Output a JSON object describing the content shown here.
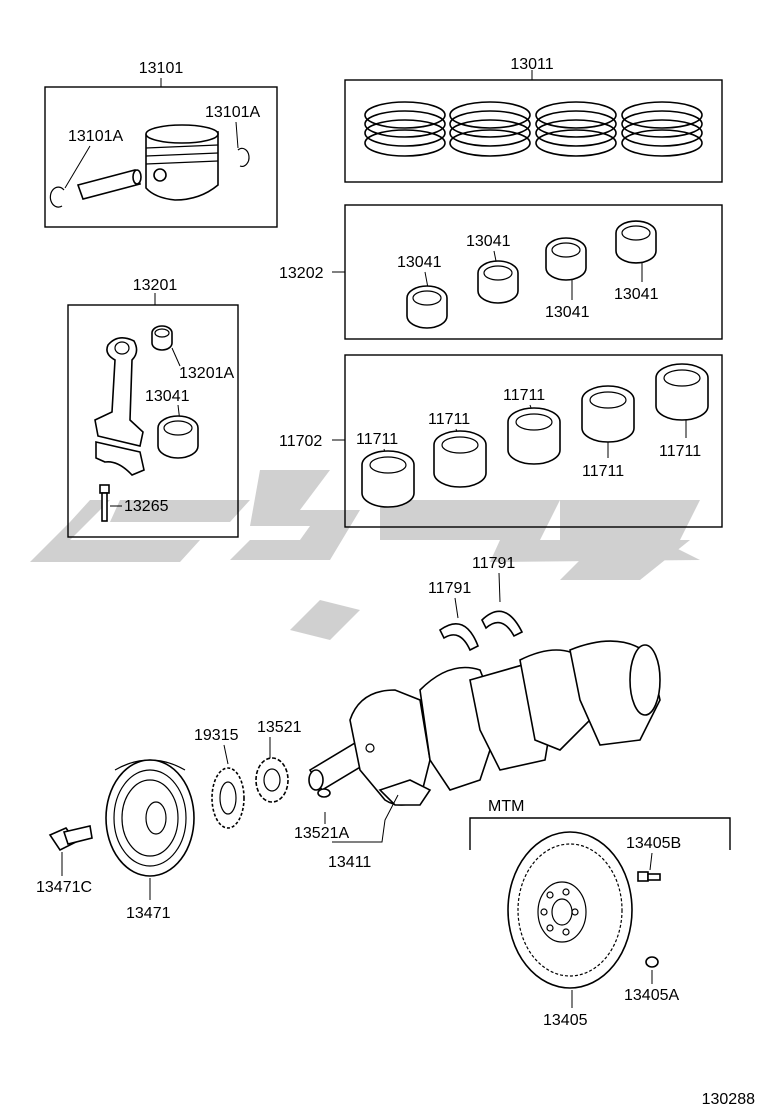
{
  "drawing_id": "130288",
  "variant_label": "MTM",
  "watermark": {
    "color": "#c8c8c8"
  },
  "callouts": {
    "c13101": "13101",
    "c13101a_left": "13101A",
    "c13101a_right": "13101A",
    "c13011": "13011",
    "c13202": "13202",
    "c13041_a": "13041",
    "c13041_b": "13041",
    "c13041_c": "13041",
    "c13041_d": "13041",
    "c13201": "13201",
    "c13201a": "13201A",
    "c13041_rod": "13041",
    "c13265": "13265",
    "c11702": "11702",
    "c11711_a": "11711",
    "c11711_b": "11711",
    "c11711_c": "11711",
    "c11711_d": "11711",
    "c11711_e": "11711",
    "c11791_a": "11791",
    "c11791_b": "11791",
    "c19315": "19315",
    "c13521": "13521",
    "c13521a": "13521A",
    "c13411": "13411",
    "c13471c": "13471C",
    "c13471": "13471",
    "c13405b": "13405B",
    "c13405": "13405",
    "c13405a": "13405A"
  }
}
